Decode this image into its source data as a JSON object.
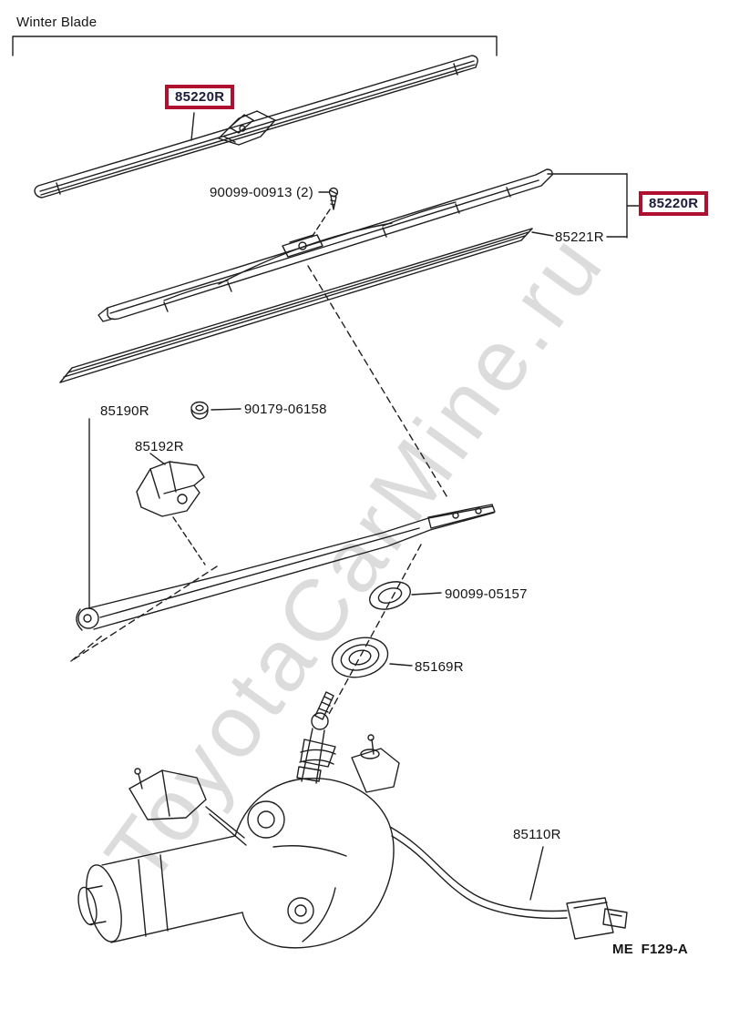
{
  "header": {
    "winter_blade_label": "Winter Blade"
  },
  "parts": {
    "blade_winter": "85220R",
    "blade_right": "85220R",
    "screw": "90099-00913 (2)",
    "rubber": "85221R",
    "arm": "85190R",
    "nut": "90179-06158",
    "clip": "85192R",
    "seal": "90099-05157",
    "grommet": "85169R",
    "motor_wire": "85110R"
  },
  "footer": {
    "figure_code": "ME  F129-A"
  },
  "watermark": {
    "text": "ToyotaCarMine.ru"
  },
  "colors": {
    "highlight": "#b01030",
    "line": "#1f1f1f",
    "watermark": "#d6d6d6"
  }
}
